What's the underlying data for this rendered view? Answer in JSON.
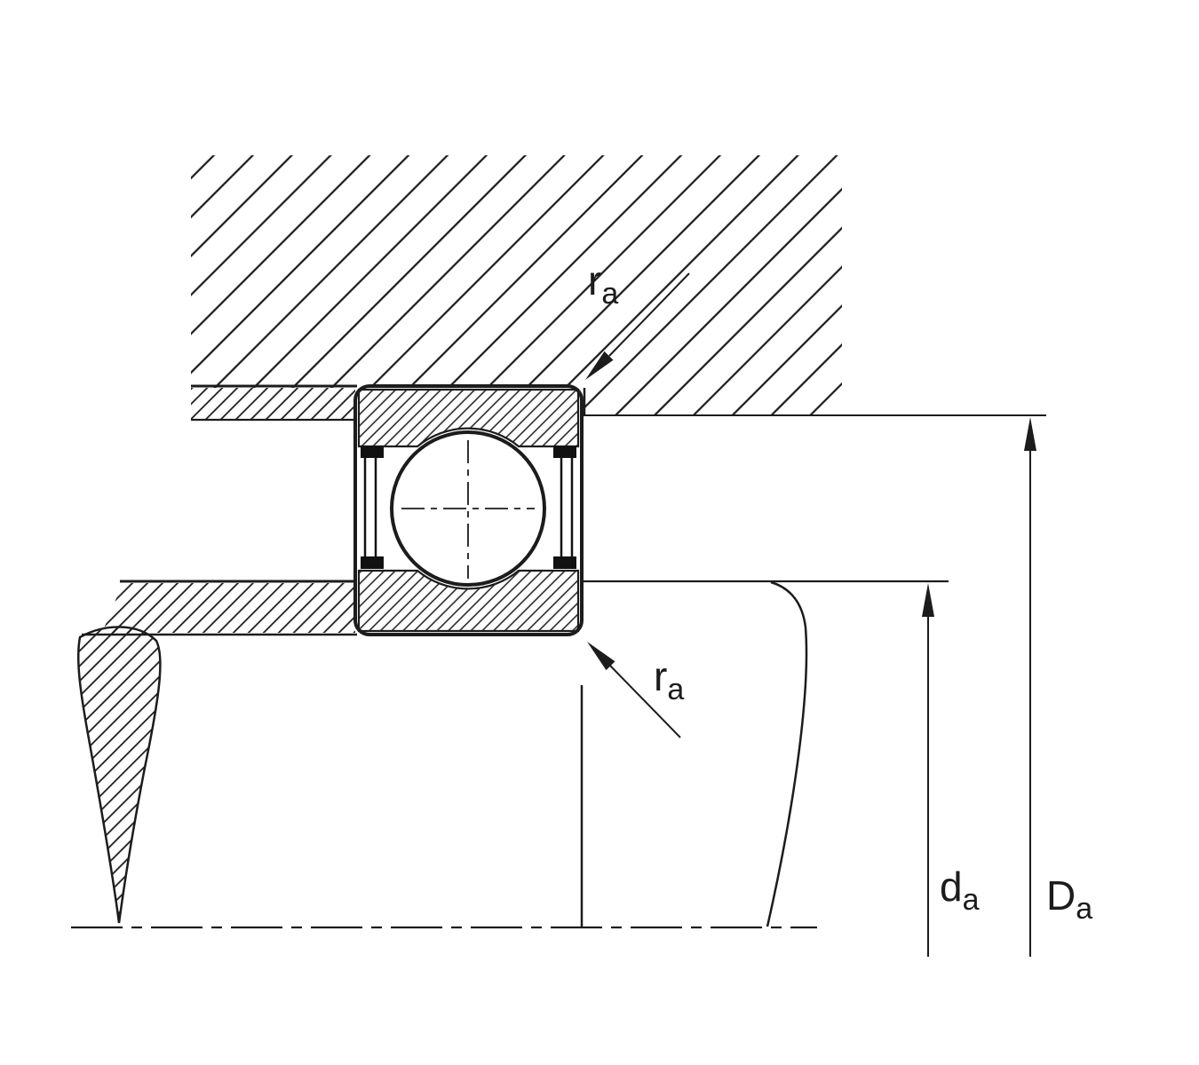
{
  "labels": {
    "ra_top": {
      "base": "r",
      "sub": "a"
    },
    "ra_bottom": {
      "base": "r",
      "sub": "a"
    },
    "da": {
      "base": "d",
      "sub": "a"
    },
    "Da": {
      "base": "D",
      "sub": "a"
    }
  },
  "colors": {
    "ink": "#1c1c1c",
    "background": "#ffffff"
  }
}
